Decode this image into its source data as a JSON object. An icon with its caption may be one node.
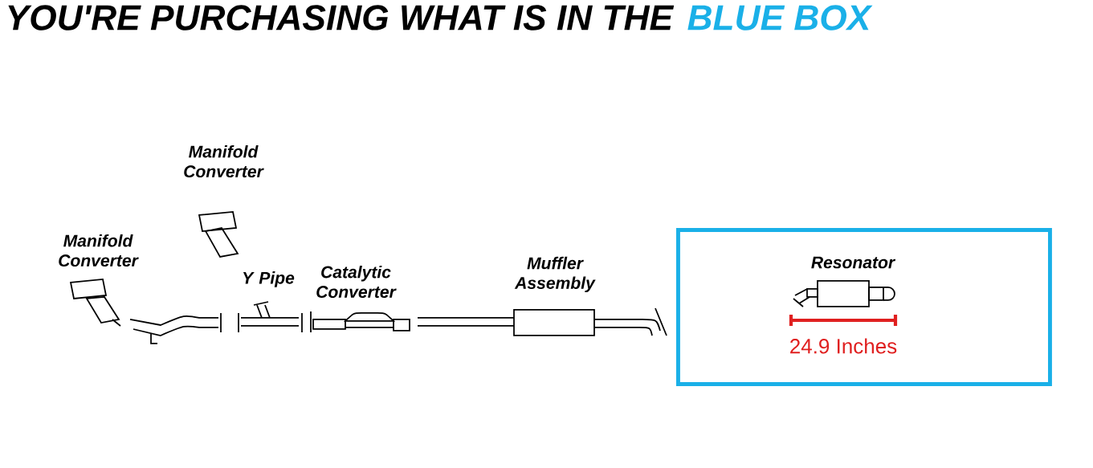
{
  "diagram": {
    "title": "YOU'RE PURCHASING WHAT IS IN THE",
    "nodes": [
      {
        "text": [
          "Resonator"
        ]
      }
    ],
    "labels": [
      "BLUE BOX",
      "Manifold Converter",
      "Manifold Converter",
      "Y Pipe",
      "Catalytic Converter",
      "Muffler Assembly",
      "24.9 Inches"
    ]
  }
}
